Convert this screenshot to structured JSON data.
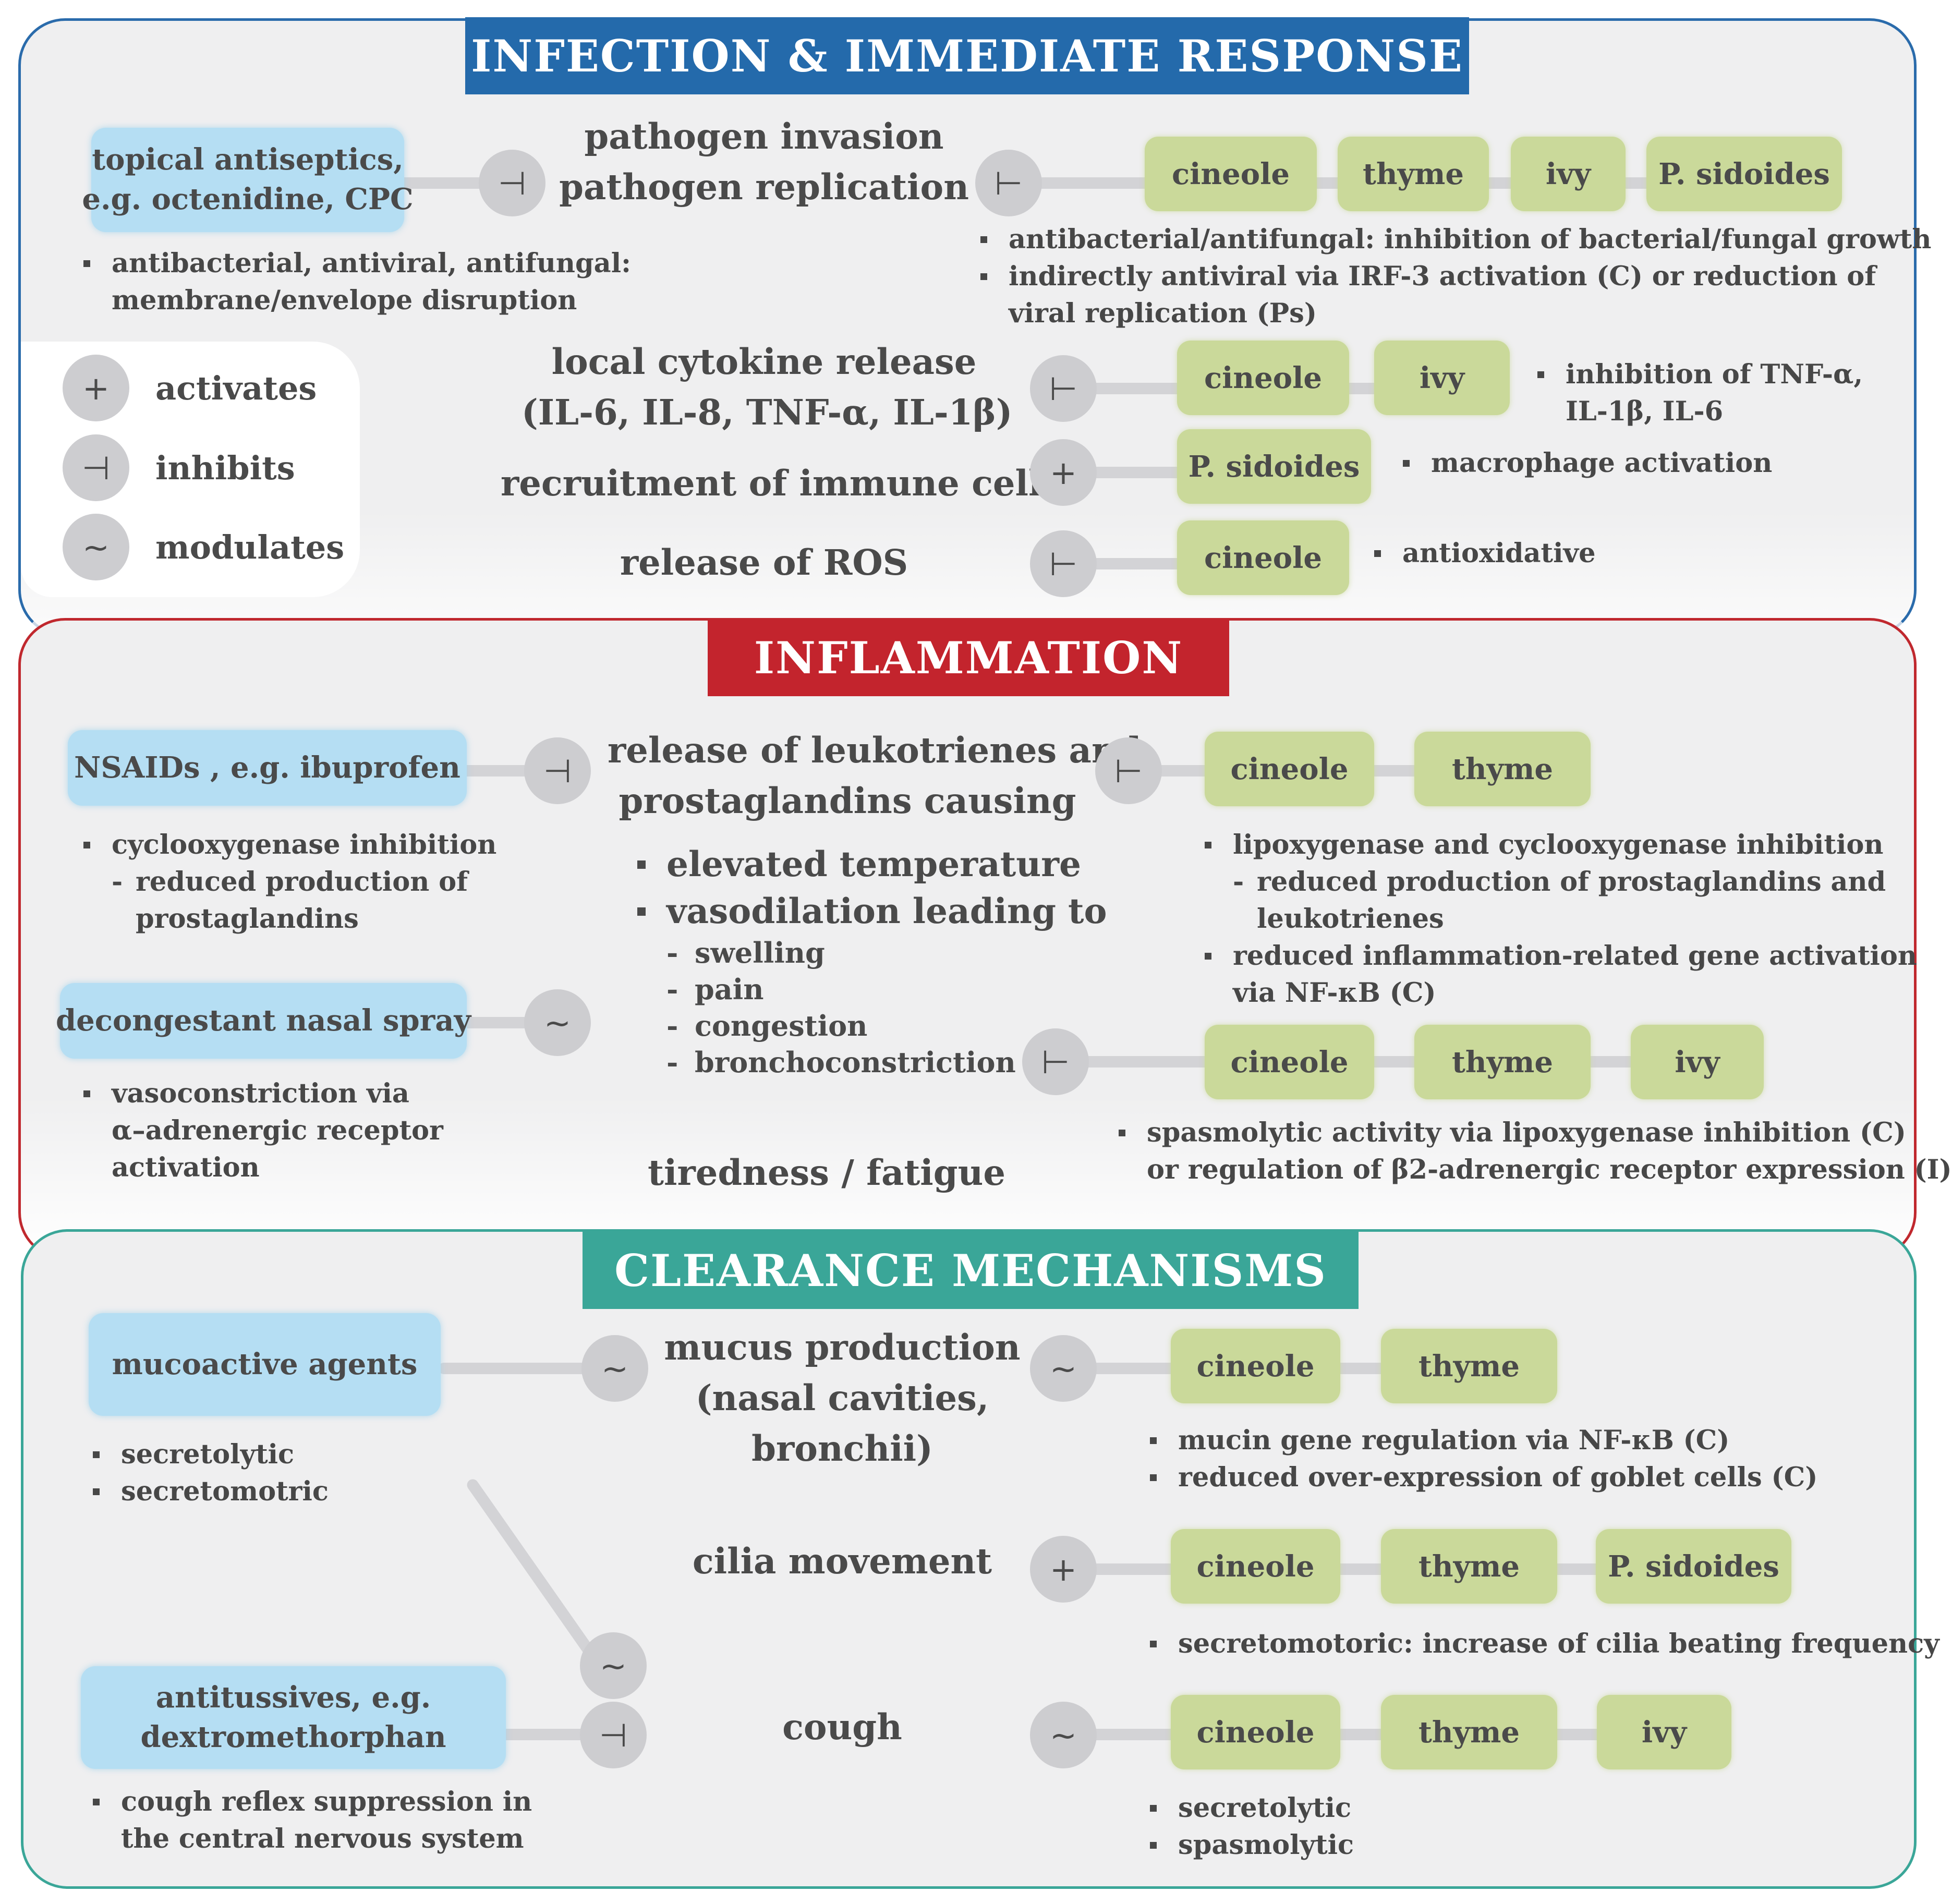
{
  "panels": {
    "infection": {
      "title": "INFECTION & IMMEDIATE RESPONSE",
      "color": "#246aab"
    },
    "inflammation": {
      "title": "INFLAMMATION",
      "color": "#c3242d"
    },
    "clearance": {
      "title": "CLEARANCE MECHANISMS",
      "color": "#3aa698"
    }
  },
  "legend": [
    {
      "symbol": "+",
      "label": "activates"
    },
    {
      "symbol": "⊣",
      "label": "inhibits"
    },
    {
      "symbol": "~",
      "label": "modulates"
    }
  ],
  "symbols": {
    "activates": "+",
    "inhibits_left": "⊣",
    "inhibits_right": "⊢",
    "modulates": "~"
  },
  "infection": {
    "treatment": {
      "line1": "topical antiseptics,",
      "line2": "e.g. octenidine, CPC",
      "notes": [
        "antibacterial, antiviral, antifungal:",
        "membrane/envelope disruption"
      ]
    },
    "processes": {
      "pathogen1": "pathogen invasion",
      "pathogen2": "pathogen replication",
      "cytokine1": "local cytokine release",
      "cytokine2": "(IL-6, IL-8, TNF-α, IL-1β)",
      "recruitment": "recruitment of immune cells",
      "ros": "release of ROS"
    },
    "row1": {
      "herbs": [
        "cineole",
        "thyme",
        "ivy",
        "P. sidoides"
      ],
      "notes": [
        "antibacterial/antifungal: inhibition of bacterial/fungal growth",
        "indirectly antiviral via IRF-3 activation (C) or reduction of",
        "viral replication (Ps)"
      ]
    },
    "row2": {
      "herbs": [
        "cineole",
        "ivy"
      ],
      "notes": [
        "inhibition of TNF-α,",
        "IL-1β, IL-6"
      ]
    },
    "row3": {
      "herbs": [
        "P. sidoides"
      ],
      "notes": [
        "macrophage activation"
      ]
    },
    "row4": {
      "herbs": [
        "cineole"
      ],
      "notes": [
        "antioxidative"
      ]
    }
  },
  "inflammation": {
    "nsaids": {
      "label": "NSAIDs , e.g. ibuprofen",
      "notes": [
        "cyclooxygenase inhibition",
        "reduced production of",
        "prostaglandins"
      ]
    },
    "decongestant": {
      "label": "decongestant nasal spray",
      "notes": [
        "vasoconstriction via",
        "α–adrenergic receptor",
        "activation"
      ]
    },
    "process": {
      "line1": "release of leukotrienes and",
      "line2": "prostaglandins causing",
      "bullet1": "elevated temperature",
      "bullet2": "vasodilation leading to",
      "subs": [
        "swelling",
        "pain",
        "congestion",
        "bronchoconstriction"
      ],
      "fatigue": "tiredness / fatigue"
    },
    "row1": {
      "herbs": [
        "cineole",
        "thyme"
      ],
      "notes": [
        "lipoxygenase and cyclooxygenase inhibition",
        "reduced production of prostaglandins and",
        "leukotrienes",
        "reduced inflammation-related gene activation",
        "via NF-κB (C)"
      ]
    },
    "row2": {
      "herbs": [
        "cineole",
        "thyme",
        "ivy"
      ],
      "notes": [
        "spasmolytic activity via lipoxygenase inhibition (C)",
        "or regulation of β2-adrenergic receptor expression (I)"
      ]
    }
  },
  "clearance": {
    "mucoactive": {
      "label": "mucoactive agents",
      "notes": [
        "secretolytic",
        "secretomotric"
      ]
    },
    "antitussive": {
      "line1": "antitussives, e.g.",
      "line2": "dextromethorphan",
      "notes": [
        "cough reflex suppression in",
        "the central nervous system"
      ]
    },
    "processes": {
      "mucus1": "mucus production",
      "mucus2": "(nasal cavities,",
      "mucus3": "bronchii)",
      "cilia": "cilia movement",
      "cough": "cough"
    },
    "row1": {
      "herbs": [
        "cineole",
        "thyme"
      ],
      "notes": [
        "mucin gene regulation via NF-κB (C)",
        "reduced over-expression of goblet cells (C)"
      ]
    },
    "row2": {
      "herbs": [
        "cineole",
        "thyme",
        "P. sidoides"
      ],
      "notes": [
        "secretomotoric: increase of cilia beating frequency"
      ]
    },
    "row3": {
      "herbs": [
        "cineole",
        "thyme",
        "ivy"
      ],
      "notes": [
        "secretolytic",
        "spasmolytic"
      ]
    }
  }
}
